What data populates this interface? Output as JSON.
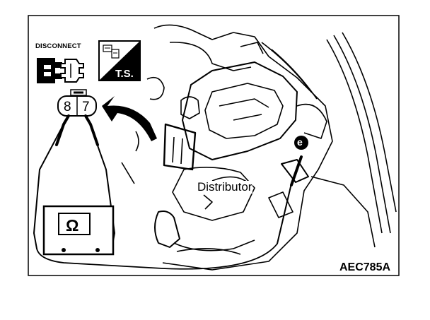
{
  "icons": {
    "disconnect": {
      "label": "DISCONNECT",
      "icon": "connector-disconnect-icon"
    },
    "trouble_shooting": {
      "label": "T.S.",
      "icon": "troubleshooting-icon"
    }
  },
  "connector": {
    "pins": [
      "8",
      "7"
    ]
  },
  "meter": {
    "symbol": "Ω",
    "icon": "ohmmeter-icon"
  },
  "callouts": {
    "component": "Distributor",
    "probe_marker": "e"
  },
  "figure_code": "AEC785A",
  "colors": {
    "ink": "#000000",
    "paper": "#ffffff"
  }
}
